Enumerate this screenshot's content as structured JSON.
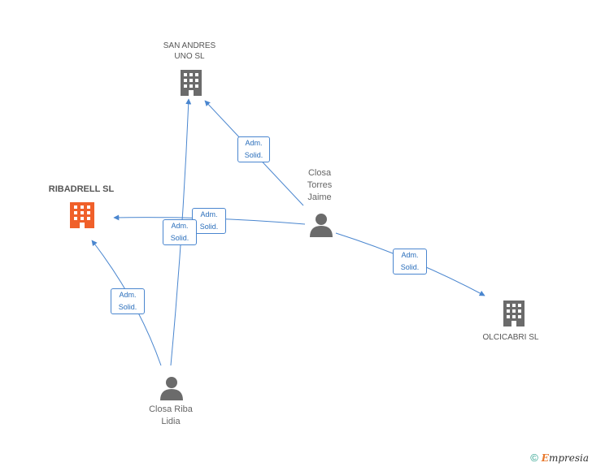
{
  "nodes": {
    "san_andres": {
      "label_line1": "SAN ANDRES",
      "label_line2": "UNO SL"
    },
    "ribadrell": {
      "label": "RIBADRELL SL"
    },
    "olcicabri": {
      "label": "OLCICABRI SL"
    },
    "closa_torres": {
      "line1": "Closa",
      "line2": "Torres",
      "line3": "Jaime"
    },
    "closa_riba": {
      "line1": "Closa Riba",
      "line2": "Lidia"
    }
  },
  "relations": {
    "r1": {
      "line1": "Adm.",
      "line2": "Solid."
    },
    "r2": {
      "line1": "Adm.",
      "line2": "Solid."
    },
    "r3": {
      "line1": "Adm.",
      "line2": "Solid."
    },
    "r4": {
      "line1": "Adm.",
      "line2": "Solid."
    },
    "r5": {
      "line1": "Adm.",
      "line2": "Solid."
    }
  },
  "colors": {
    "edge": "#4a86cf",
    "company_icon": "#6b6b6b",
    "focus_icon": "#f0602a",
    "person_icon": "#6b6b6b"
  },
  "footer": {
    "copyright": "©",
    "brand_initial": "E",
    "brand_rest": "mpresia"
  }
}
